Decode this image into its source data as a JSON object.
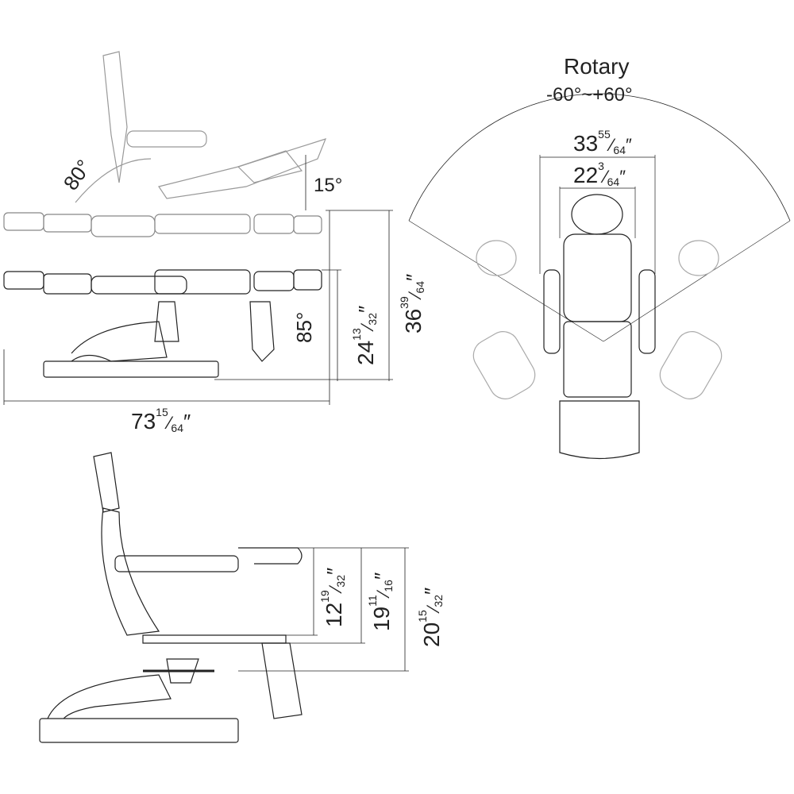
{
  "rotary": {
    "title": "Rotary",
    "range": "-60°~+60°"
  },
  "angles": {
    "backrest": "80°",
    "leg_rest": "15°",
    "foot": "85°"
  },
  "dimensions": {
    "top_width_outer": {
      "whole": "33",
      "num": "55",
      "den": "64"
    },
    "top_width_inner": {
      "whole": "22",
      "num": "3",
      "den": "64"
    },
    "seat_height": {
      "whole": "24",
      "num": "13",
      "den": "32"
    },
    "max_height": {
      "whole": "36",
      "num": "39",
      "den": "64"
    },
    "total_length": {
      "whole": "73",
      "num": "15",
      "den": "64"
    },
    "arm_drop_a": {
      "whole": "12",
      "num": "19",
      "den": "32"
    },
    "arm_drop_b": {
      "whole": "19",
      "num": "11",
      "den": "16"
    },
    "arm_drop_c": {
      "whole": "20",
      "num": "15",
      "den": "32"
    },
    "inch_mark": "″",
    "slash": "⁄"
  },
  "colors": {
    "line": "#222222",
    "faint": "#9a9a9a"
  }
}
